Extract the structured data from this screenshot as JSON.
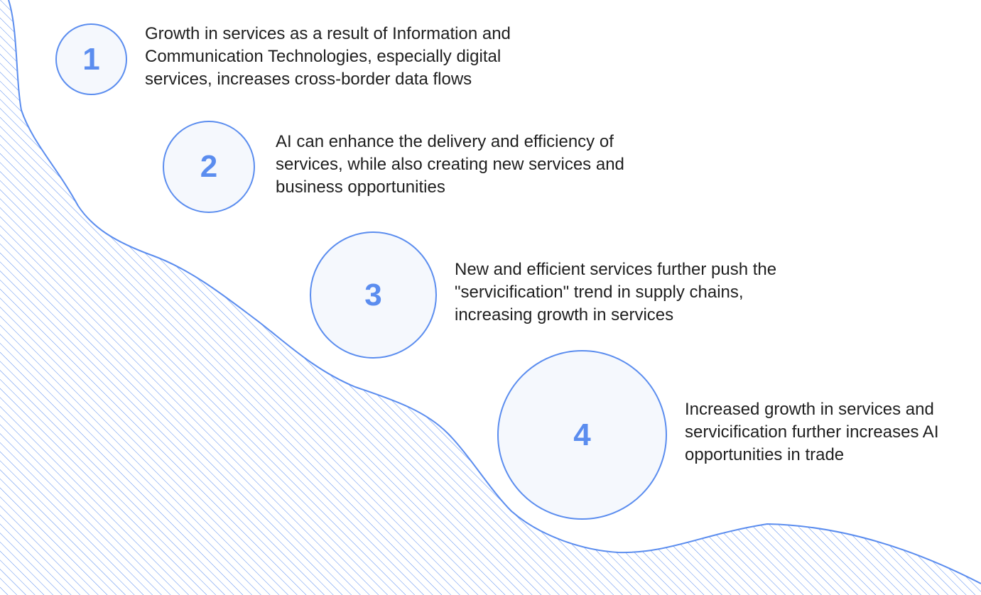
{
  "colors": {
    "accent": "#5b8def",
    "circle_fill": "#f5f8fd",
    "text": "#1f1f1f",
    "background": "#ffffff"
  },
  "steps": [
    {
      "number": "1",
      "text": "Growth in services as a result of Information and Communication Technologies, especially digital services, increases cross-border data flows"
    },
    {
      "number": "2",
      "text": "AI can enhance the delivery and efficiency of services, while also creating new services and business opportunities"
    },
    {
      "number": "3",
      "text": "New and efficient services further push the \"servicification\" trend in supply chains, increasing growth in services"
    },
    {
      "number": "4",
      "text": "Increased growth in services and servicification further increases AI opportunities in trade"
    }
  ]
}
